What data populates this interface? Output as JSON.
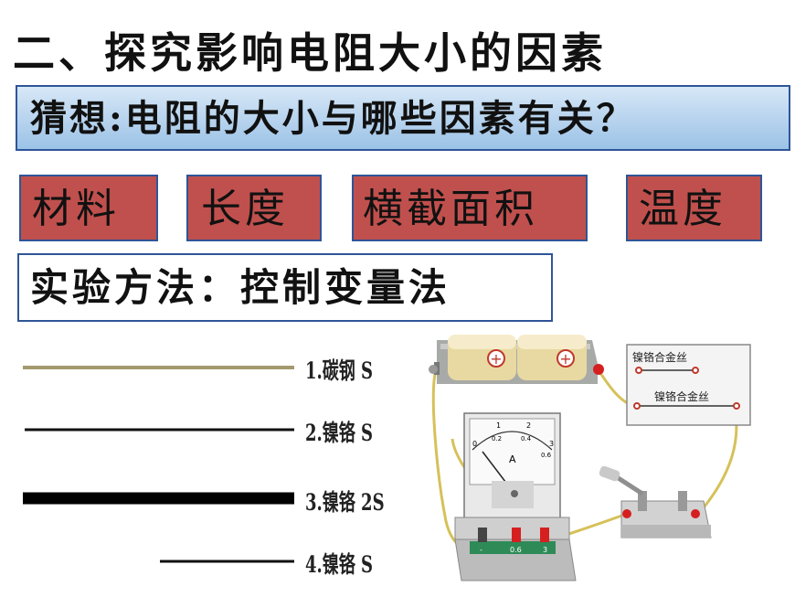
{
  "title": "二、探究影响电阻大小的因素",
  "guess": "猜想:电阻的大小与哪些因素有关？",
  "factors": [
    "材料",
    "长度",
    "横截面积",
    "温度"
  ],
  "method": "实验方法：控制变量法",
  "wires": [
    {
      "label": "1.碳钢 S",
      "color": "#a39a6e"
    },
    {
      "label": "2.镍铬 S",
      "color": "#111111"
    },
    {
      "label": "3.镍铬 2S",
      "color": "#000000"
    },
    {
      "label": "4.镍铬 S",
      "color": "#111111"
    }
  ],
  "board": {
    "wire1": "镍铬合金丝",
    "wire2": "镍铬合金丝"
  },
  "ammeter": {
    "unit": "A",
    "scale_top": [
      "0",
      "1",
      "2",
      "3"
    ],
    "scale_bottom": [
      "0.2",
      "0.4",
      "0.6"
    ],
    "terminals": [
      "-",
      "0.6",
      "3"
    ]
  },
  "colors": {
    "factor_box": "#c0504d",
    "border": "#2f5597"
  }
}
